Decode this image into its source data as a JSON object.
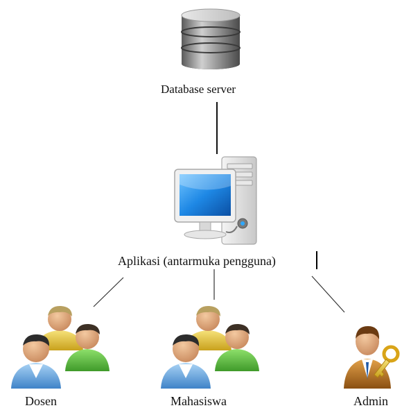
{
  "nodes": {
    "database": {
      "label": "Database server",
      "icon": "database-icon"
    },
    "application": {
      "label": "Aplikasi (antarmuka pengguna)",
      "icon": "desktop-computer-icon"
    },
    "dosen": {
      "label": "Dosen",
      "icon": "user-group-icon"
    },
    "mahasiswa": {
      "label": "Mahasiswa",
      "icon": "user-group-icon"
    },
    "admin": {
      "label": "Admin",
      "icon": "admin-key-icon"
    }
  },
  "edges": [
    {
      "from": "database",
      "to": "application"
    },
    {
      "from": "application",
      "to": "dosen"
    },
    {
      "from": "application",
      "to": "mahasiswa"
    },
    {
      "from": "application",
      "to": "admin"
    }
  ],
  "colors": {
    "line": "#111111",
    "monitor_screen": "#1e88e5",
    "group_green": "#4caf50",
    "group_blue": "#5aa0e0",
    "group_yellow": "#e0c030",
    "admin_suit": "#c77a1e",
    "key_gold": "#e6b422"
  }
}
